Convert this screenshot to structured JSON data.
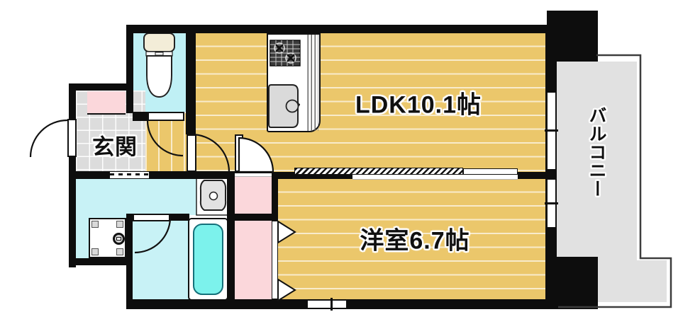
{
  "floor_plan": {
    "type": "japanese-apartment-floorplan",
    "rooms": {
      "ldk": {
        "label": "LDK10.1帖",
        "size_tatami": 10.1
      },
      "western_room": {
        "label": "洋室6.7帖",
        "size_tatami": 6.7
      },
      "entrance": {
        "label": "玄関"
      },
      "balcony": {
        "label": "バルコニー"
      }
    },
    "fixtures": {
      "toilet": "toilet",
      "kitchen_stove": "gas-stove-2-burner",
      "kitchen_sink": "kitchen-sink",
      "washbasin": "washbasin",
      "washing_machine": "washing-machine-pan",
      "bathtub": "bathtub"
    },
    "colors": {
      "wall": "#0d0d0d",
      "wood_floor": "#EBC76B",
      "water_area": "#C8F2F6",
      "bathtub_fill": "#7CF2EC",
      "closet_pink": "#FBD7DB",
      "entrance_tile": "#DCDCDC",
      "balcony_gray": "#E1E1E1"
    }
  }
}
